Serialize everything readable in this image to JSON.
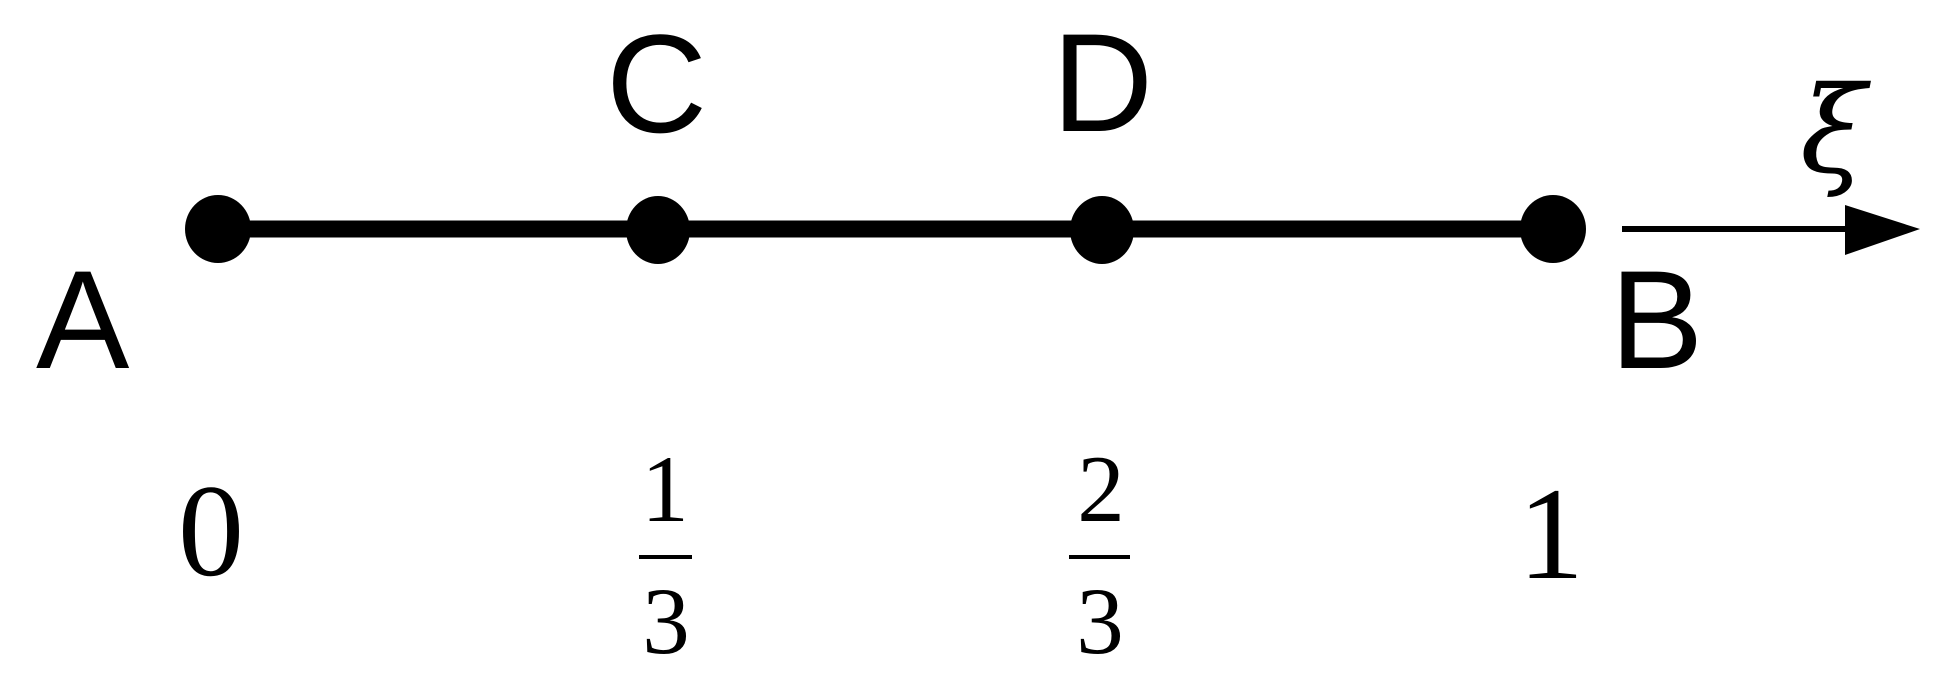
{
  "diagram": {
    "description": "Line segment AB divided into three equal parts by points C and D, with a local coordinate axis xi pointing right",
    "colors": {
      "background": "#ffffff",
      "stroke": "#000000"
    },
    "segment": {
      "from": "A",
      "to": "B",
      "thickness": 17
    },
    "points": [
      {
        "id": "A",
        "label": "A",
        "coordinate": "0"
      },
      {
        "id": "C",
        "label": "C",
        "coordinate": "1/3",
        "numerator": "1",
        "denominator": "3"
      },
      {
        "id": "D",
        "label": "D",
        "coordinate": "2/3",
        "numerator": "2",
        "denominator": "3"
      },
      {
        "id": "B",
        "label": "B",
        "coordinate": "1"
      }
    ],
    "axis": {
      "symbol": "ξ",
      "direction": "right"
    }
  }
}
